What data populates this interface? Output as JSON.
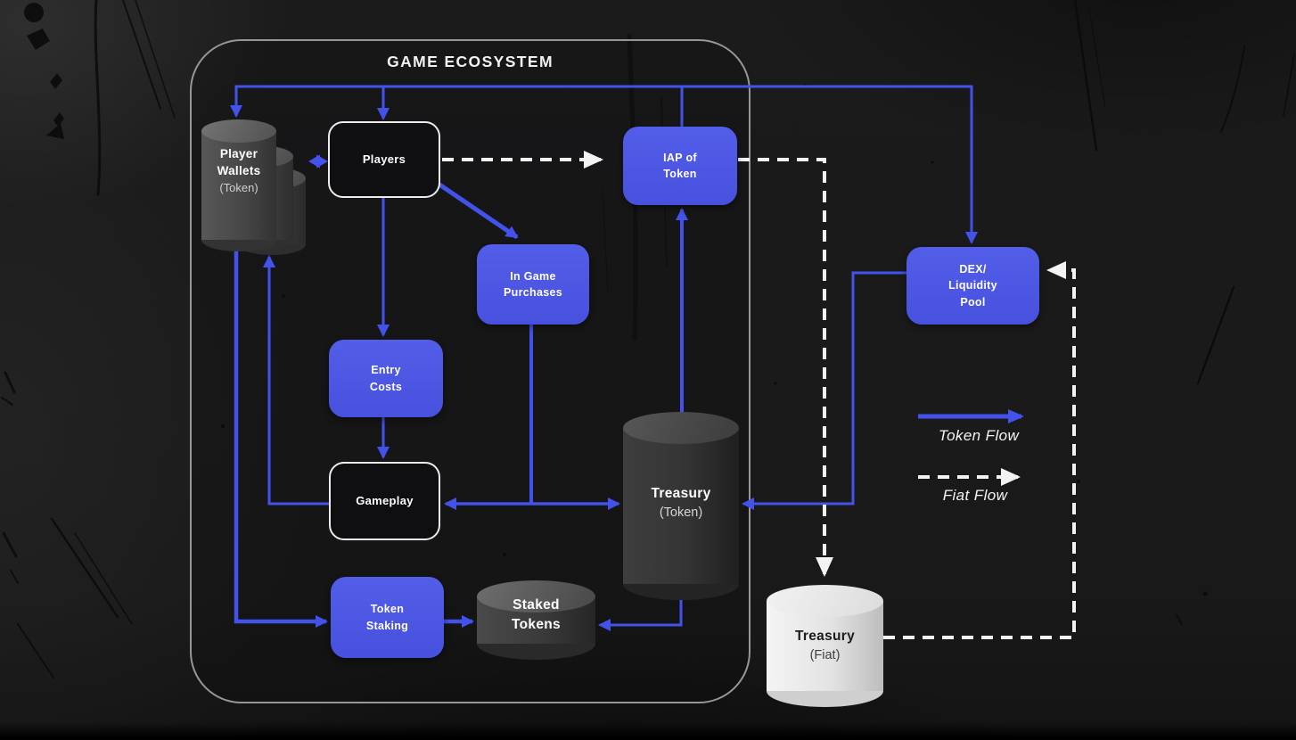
{
  "diagram": {
    "title": "GAME ECOSYSTEM",
    "nodes": {
      "player_wallets": {
        "label": "Player Wallets",
        "sub": "(Token)",
        "shape": "cylinder-stack"
      },
      "players": {
        "label": "Players",
        "shape": "outlined-box"
      },
      "iap": {
        "label": "IAP of Token",
        "shape": "blue-box"
      },
      "in_game_purchases": {
        "label": "In Game Purchases",
        "shape": "blue-box"
      },
      "entry_costs": {
        "label": "Entry Costs",
        "shape": "blue-box"
      },
      "gameplay": {
        "label": "Gameplay",
        "shape": "outlined-box"
      },
      "token_staking": {
        "label": "Token Staking",
        "shape": "blue-box"
      },
      "staked_tokens": {
        "label": "Staked Tokens",
        "shape": "cylinder"
      },
      "treasury_token": {
        "label": "Treasury",
        "sub": "(Token)",
        "shape": "cylinder"
      },
      "dex": {
        "label": "DEX/ Liquidity Pool",
        "shape": "blue-box"
      },
      "treasury_fiat": {
        "label": "Treasury",
        "sub": "(Fiat)",
        "shape": "cylinder-light"
      }
    },
    "edges": [
      {
        "from": "IAP of Token",
        "to": "Player Wallets",
        "type": "token"
      },
      {
        "from": "IAP of Token",
        "to": "Players",
        "type": "token"
      },
      {
        "from": "IAP of Token",
        "to": "DEX/Liquidity Pool",
        "type": "token"
      },
      {
        "from": "Player Wallets",
        "to": "Players",
        "type": "token",
        "bidirectional": true
      },
      {
        "from": "Players",
        "to": "Entry Costs",
        "type": "token"
      },
      {
        "from": "Entry Costs",
        "to": "Gameplay",
        "type": "token"
      },
      {
        "from": "Players",
        "to": "In Game Purchases",
        "type": "token"
      },
      {
        "from": "In Game Purchases",
        "to": "Treasury (Token)",
        "type": "token"
      },
      {
        "from": "Treasury (Token)",
        "to": "Gameplay",
        "type": "token"
      },
      {
        "from": "Treasury (Token)",
        "to": "IAP of Token",
        "type": "token"
      },
      {
        "from": "Gameplay",
        "to": "Player Wallets",
        "type": "token"
      },
      {
        "from": "Player Wallets",
        "to": "Token Staking",
        "type": "token"
      },
      {
        "from": "Token Staking",
        "to": "Staked Tokens",
        "type": "token"
      },
      {
        "from": "Treasury (Token)",
        "to": "Staked Tokens",
        "type": "token"
      },
      {
        "from": "DEX/Liquidity Pool",
        "to": "Treasury (Token)",
        "type": "token"
      },
      {
        "from": "Players",
        "to": "IAP of Token",
        "type": "fiat"
      },
      {
        "from": "IAP of Token",
        "to": "Treasury (Fiat)",
        "type": "fiat"
      },
      {
        "from": "Treasury (Fiat)",
        "to": "DEX/Liquidity Pool",
        "type": "fiat"
      }
    ],
    "legend": {
      "token": "Token Flow",
      "fiat": "Fiat Flow"
    },
    "colors": {
      "token_flow": "#4352ea",
      "fiat_flow": "#f3f3f3",
      "node_blue": "#4c57e2",
      "outline": "#ececec"
    }
  }
}
